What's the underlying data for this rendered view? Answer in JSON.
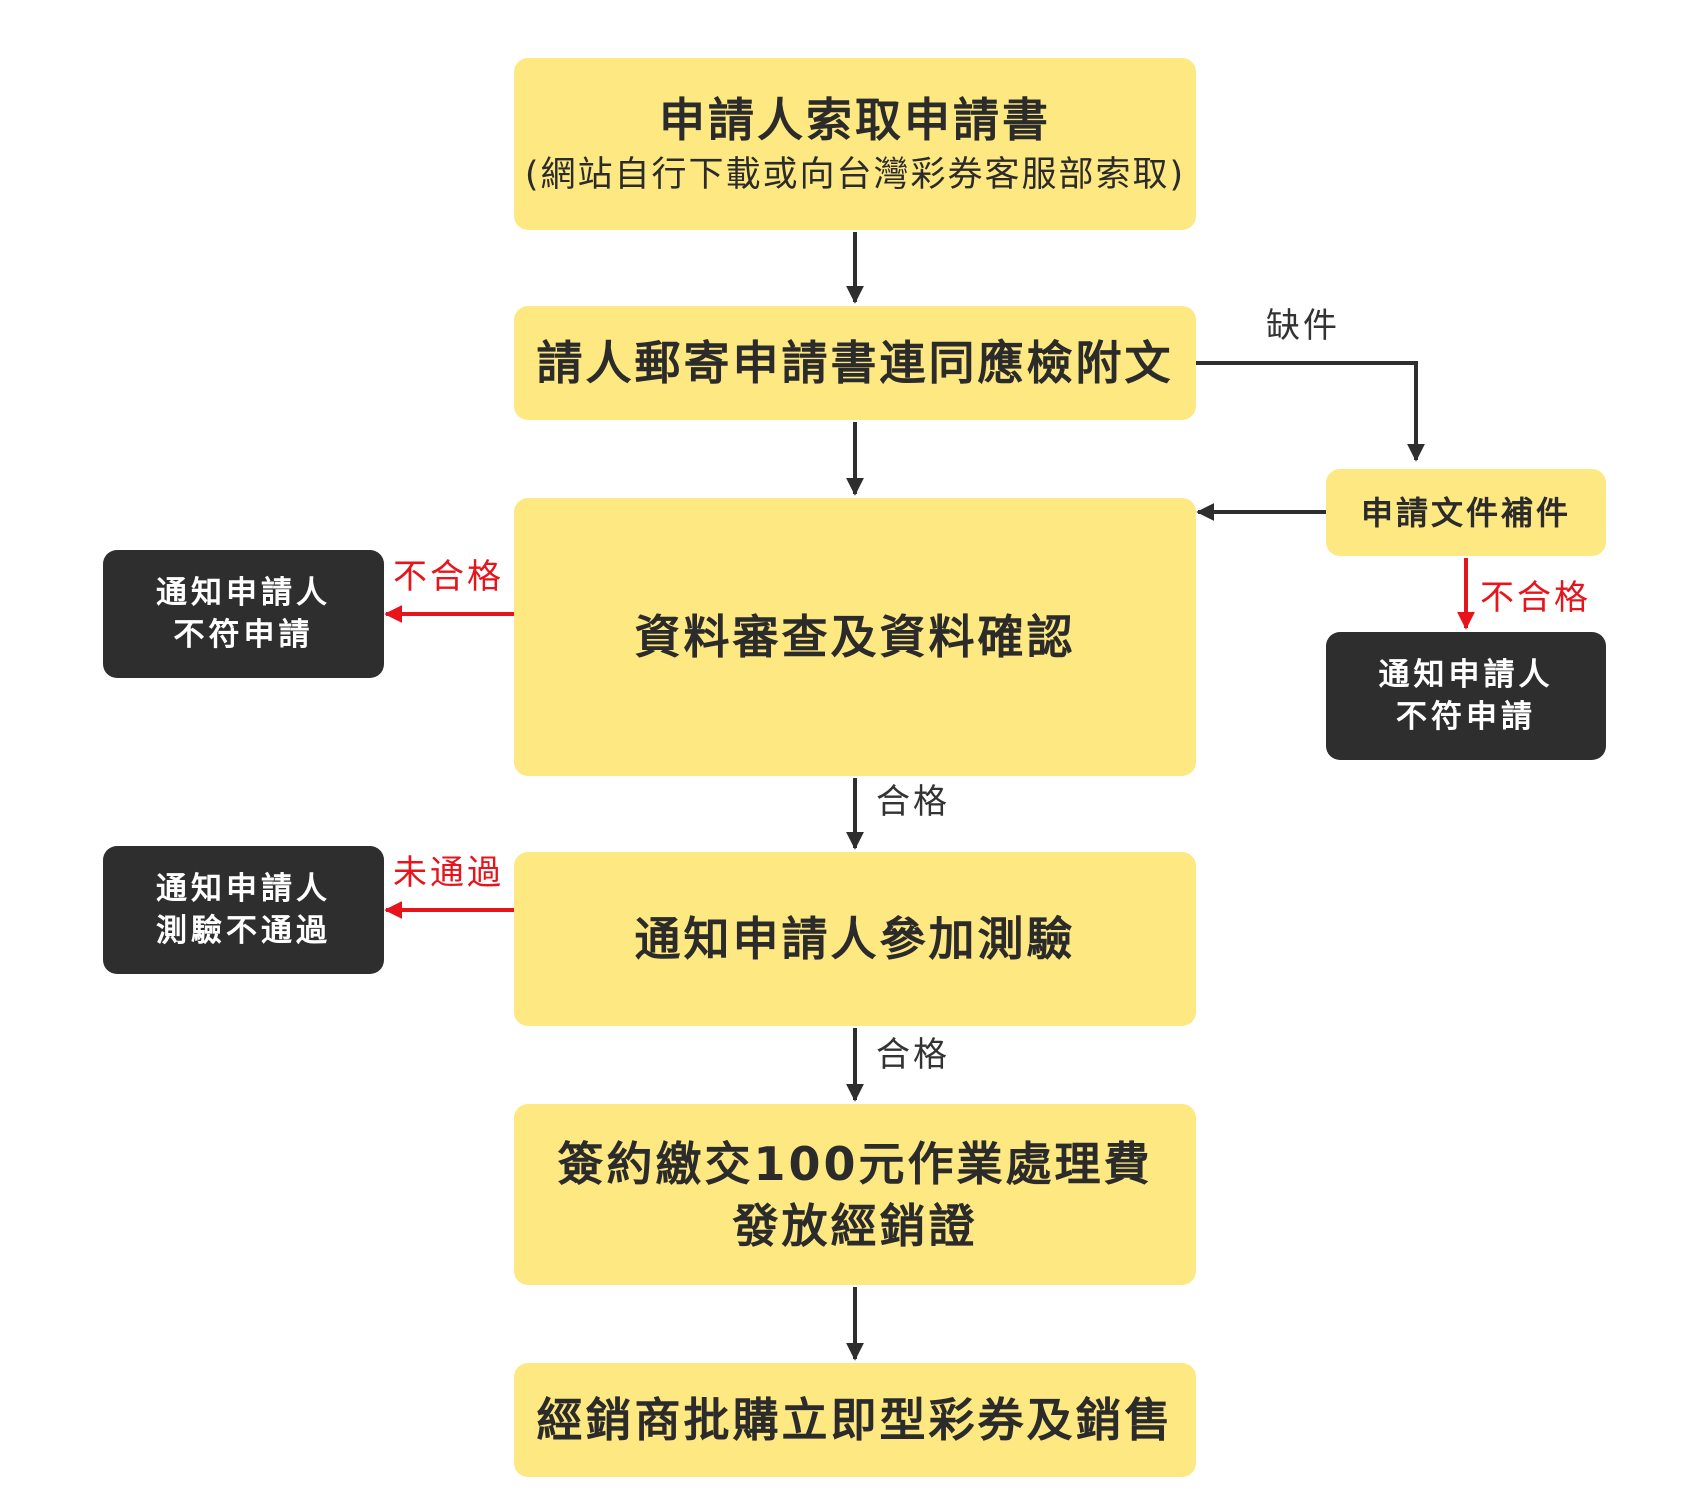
{
  "colors": {
    "step_fill": "#fde881",
    "notice_fill": "#2e2e2e",
    "arrow_dark": "#2e2e2e",
    "arrow_red": "#e8141b"
  },
  "steps": {
    "request_form": {
      "title": "申請人索取申請書",
      "subtitle": "(網站自行下載或向台灣彩券客服部索取)"
    },
    "mail_application": "請人郵寄申請書連同應檢附文",
    "review": "資料審查及資料確認",
    "test_notice": "通知申請人參加測驗",
    "contract": {
      "line1": "簽約繳交100元作業處理費",
      "line2": "發放經銷證"
    },
    "purchase_sale": "經銷商批購立即型彩券及銷售",
    "supplement": "申請文件補件"
  },
  "notices": {
    "reject_left": {
      "line1": "通知申請人",
      "line2": "不符申請"
    },
    "test_fail": {
      "line1": "通知申請人",
      "line2": "測驗不通過"
    },
    "reject_right": {
      "line1": "通知申請人",
      "line2": "不符申請"
    }
  },
  "labels": {
    "missing_docs": "缺件",
    "unqualified_left": "不合格",
    "unqualified_right": "不合格",
    "qualified_review": "合格",
    "qualified_test": "合格",
    "test_not_passed": "未通過"
  }
}
